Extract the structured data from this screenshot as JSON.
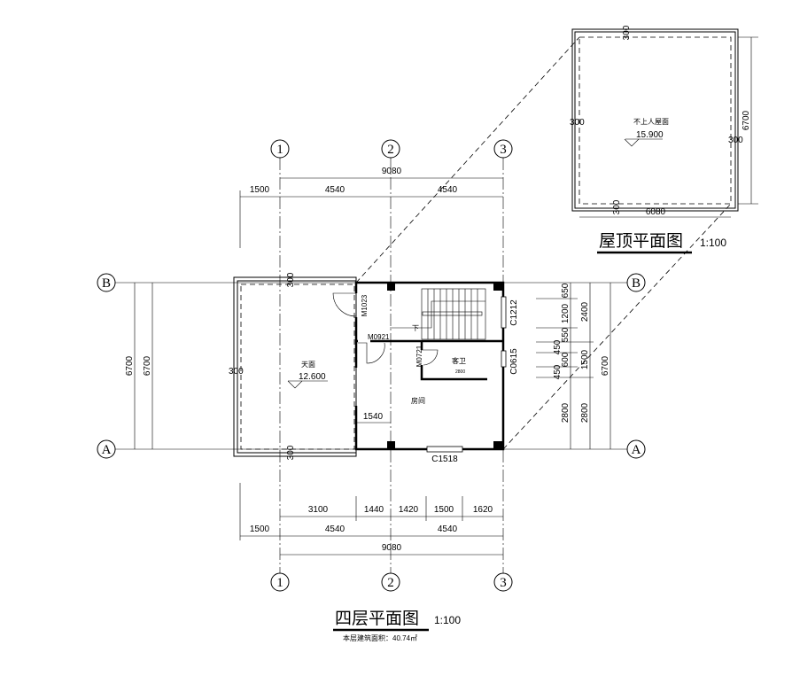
{
  "floor_plan": {
    "title": "四层平面图",
    "scale": "1:100",
    "area_note": "本层建筑面积：40.74㎡",
    "axes": {
      "col1": "1",
      "col2": "2",
      "col3": "3",
      "rowA": "A",
      "rowB": "B"
    },
    "top_dims": {
      "overall": "9080",
      "d1500": "1500",
      "d4540a": "4540",
      "d4540b": "4540"
    },
    "bottom_dims": {
      "d3100": "3100",
      "d1440": "1440",
      "d1420": "1420",
      "d1500": "1500",
      "d1620": "1620",
      "e1500": "1500",
      "e4540a": "4540",
      "e4540b": "4540",
      "overall": "9080"
    },
    "left_dims": {
      "a": "6700",
      "b": "6700"
    },
    "right_dims": {
      "c650": "650",
      "c1200": "1200",
      "c550": "550",
      "c450a": "450",
      "c600": "600",
      "c450b": "450",
      "c2800": "2800",
      "m2400": "2400",
      "m1500": "1500",
      "m2800": "2800",
      "overall": "6700"
    },
    "terrace": {
      "label": "天面",
      "elevation": "12.600",
      "t300a": "300",
      "t300b": "300",
      "t300c": "300"
    },
    "rooms": {
      "room": "房间",
      "bath": "客卫",
      "bath_note": "2800",
      "stair_down": "下"
    },
    "openings": {
      "m1023": "M1023",
      "m0921": "M0921",
      "m0721": "M0721",
      "c1212": "C1212",
      "c0615": "C0615",
      "c1518": "C1518"
    },
    "inner_dim": "1540"
  },
  "roof_plan": {
    "title": "屋顶平面图",
    "scale": "1:100",
    "label": "不上人屋面",
    "elevation": "15.900",
    "width": "6080",
    "depth": "6700",
    "p300a": "300",
    "p300b": "300",
    "p300c": "300",
    "p300d": "300"
  }
}
